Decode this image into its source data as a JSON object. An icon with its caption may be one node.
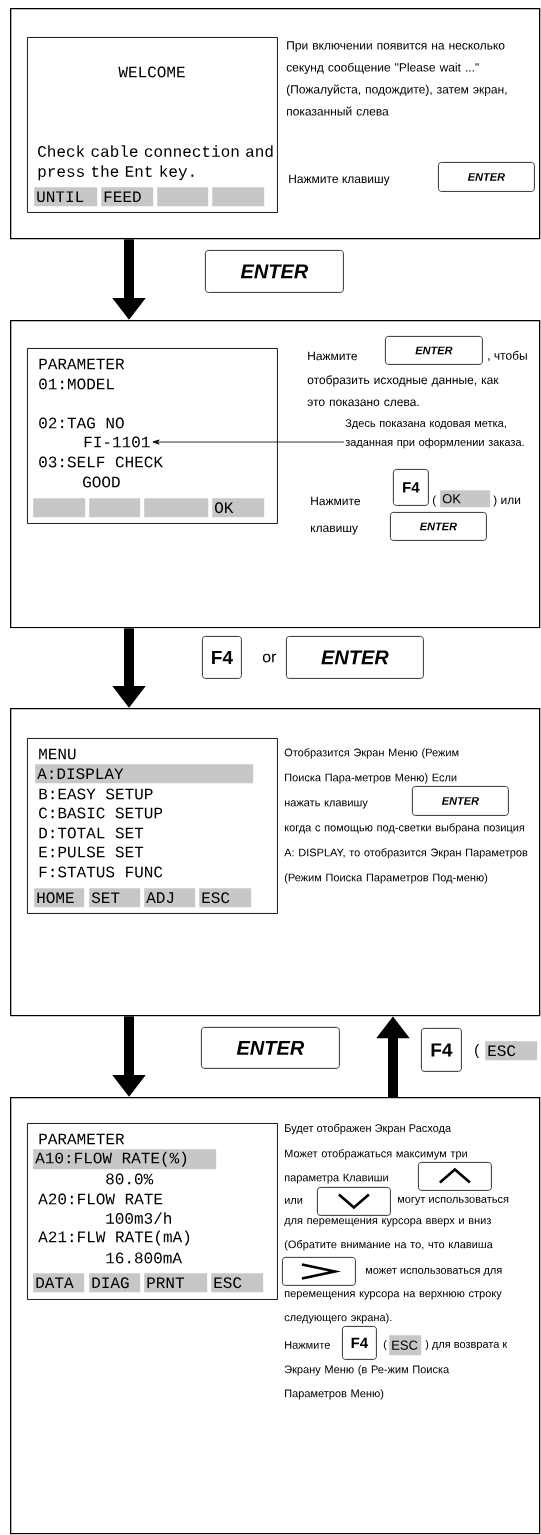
{
  "diagram": {
    "nodes": [
      {
        "text": [
          "При включении появится на несколько секунд сообщение \"Please wait ...\" (Пожалуйста, подождите), затем экран, показанный слева",
          "Нажмите клавишу"
        ]
      },
      {
        "text": [
          "WELCOME",
          "Check cable connection and press the Ent key."
        ],
        "in": 0
      },
      {
        "text": [
          "UNTIL"
        ],
        "in": 1
      },
      {
        "text": [
          "FEED"
        ],
        "in": 1
      },
      {
        "text": [],
        "shape": "box",
        "in": 1
      },
      {
        "text": [],
        "shape": "box",
        "in": 1
      },
      {
        "text": [
          "ENTER"
        ],
        "in": 0
      },
      {
        "text": [
          "ENTER"
        ]
      },
      {
        "text": [
          "Нажмите",
          ", чтобы",
          "отобразить исходные данные, как это показано слева.",
          "Нажмите",
          "(",
          ") или",
          "клавишу"
        ]
      },
      {
        "text": [
          "PARAMETER",
          "01:MODEL",
          "02:TAG NO",
          "03:SELF CHECK",
          "GOOD"
        ],
        "in": 8
      },
      {
        "text": [
          "FI-1101"
        ],
        "in": 9
      },
      {
        "text": [],
        "shape": "box",
        "in": 9
      },
      {
        "text": [],
        "shape": "box",
        "in": 9
      },
      {
        "text": [],
        "shape": "box",
        "in": 9
      },
      {
        "text": [
          "OK"
        ],
        "in": 9
      },
      {
        "text": [
          "ENTER"
        ],
        "in": 8
      },
      {
        "text": [
          "Здесь показана кодовая метка, заданная при оформлении заказа."
        ],
        "in": 8
      },
      {
        "text": [
          "F4"
        ],
        "in": 8
      },
      {
        "text": [
          "OK"
        ],
        "in": 8
      },
      {
        "text": [
          "ENTER"
        ],
        "in": 8
      },
      {
        "text": [
          "F4"
        ]
      },
      {
        "text": [
          "ENTER"
        ]
      },
      {
        "text": [
          "Отобразится Экран Меню (Режим Поиска Пара-метров Меню) Если нажать клавишу",
          "когда с помощью под-светки выбрана позиция A: DISPLAY, то отобразится Экран Параметров (Режим Поиска Параметров Под-меню)"
        ]
      },
      {
        "text": [
          "MENU",
          "B:EASY SETUP",
          "C:BASIC SETUP",
          "D:TOTAL SET",
          "E:PULSE SET",
          "F:STATUS FUNC"
        ],
        "in": 22
      },
      {
        "text": [
          "A:DISPLAY"
        ],
        "in": 23
      },
      {
        "text": [
          "HOME"
        ],
        "in": 23
      },
      {
        "text": [
          "SET"
        ],
        "in": 23
      },
      {
        "text": [
          "ADJ"
        ],
        "in": 23
      },
      {
        "text": [
          "ESC"
        ],
        "in": 23
      },
      {
        "text": [
          "ENTER"
        ],
        "in": 22
      },
      {
        "text": [
          "ENTER"
        ]
      },
      {
        "text": [
          "F4"
        ]
      },
      {
        "text": [
          "ESC"
        ]
      },
      {
        "text": [
          "Будет отображен Экран Расхода",
          "Может отображаться максимум три параметра Клавиши",
          "или",
          "могут использоваться",
          "для перемещения курсора вверх и вниз (Обратите внимание на то, что клавиша",
          "может использоваться для",
          "перемещения курсора на верхнюю строку следующего экрана).",
          "Нажмите",
          "(",
          ") для возврата к",
          "Экрану Меню (в Ре-жим Поиска Параметров Меню)"
        ]
      },
      {
        "text": [
          "PARAMETER",
          "80.0%",
          "A20:FLOW RATE",
          "100m3/h",
          "A21:FLW RATE(mA)",
          "16.800mA"
        ],
        "in": 33
      },
      {
        "text": [
          "A10:FLOW RATE(%)"
        ],
        "in": 34
      },
      {
        "text": [
          "DATA"
        ],
        "in": 34
      },
      {
        "text": [
          "DIAG"
        ],
        "in": 34
      },
      {
        "text": [
          "PRNT"
        ],
        "in": 34
      },
      {
        "text": [
          "ESC"
        ],
        "in": 34
      },
      {
        "text": [],
        "shape": "box",
        "in": 33
      },
      {
        "text": [],
        "shape": "box",
        "in": 33
      },
      {
        "text": [],
        "shape": "box",
        "in": 33
      },
      {
        "text": [
          "F4"
        ],
        "in": 33
      },
      {
        "text": [
          "ESC"
        ],
        "in": 33
      }
    ],
    "edges": [
      {
        "from": 0,
        "to": 8,
        "arrow": "to"
      },
      {
        "from": 16,
        "to": 10,
        "arrow": "to"
      },
      {
        "from": 8,
        "to": 22,
        "arrow": "to"
      },
      {
        "from": 22,
        "to": 33,
        "arrow": "to"
      },
      {
        "from": 33,
        "to": 22,
        "arrow": "to"
      }
    ],
    "labels": [
      "or",
      "("
    ]
  }
}
